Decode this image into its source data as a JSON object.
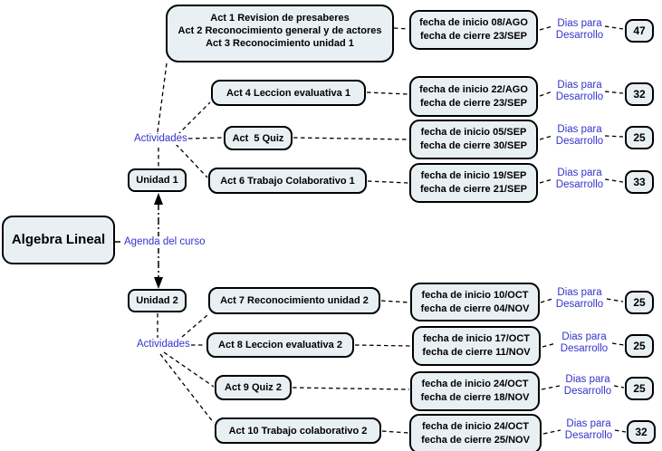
{
  "course": {
    "title": "Algebra Lineal",
    "agenda_label": "Agenda del curso"
  },
  "labels": {
    "actividades": "Actividades",
    "dias_line1": "Dias para",
    "dias_line2": "Desarrollo"
  },
  "units": [
    {
      "label": "Unidad 1"
    },
    {
      "label": "Unidad 2"
    }
  ],
  "colors": {
    "node_fill": "#e9f0f3",
    "accent_blue": "#3333cc",
    "line": "#000000"
  },
  "rows": [
    {
      "lines": [
        "Act 1 Revision de presaberes",
        "Act 2 Reconocimiento general y de actores",
        "Act 3 Reconocimiento unidad 1"
      ],
      "inicio": "fecha de inicio 08/AGO",
      "cierre": "fecha de cierre 23/SEP",
      "dias": "47"
    },
    {
      "activity": "Act 4 Leccion evaluativa 1",
      "inicio": "fecha de inicio 22/AGO",
      "cierre": "fecha de cierre 23/SEP",
      "dias": "32"
    },
    {
      "activity": "Act  5 Quiz",
      "inicio": "fecha de inicio 05/SEP",
      "cierre": "fecha de cierre 30/SEP",
      "dias": "25"
    },
    {
      "activity": "Act 6 Trabajo Colaborativo 1",
      "inicio": "fecha de inicio 19/SEP",
      "cierre": "fecha de cierre 21/SEP",
      "dias": "33"
    },
    {
      "activity": "Act 7 Reconocimiento unidad 2",
      "inicio": "fecha de inicio 10/OCT",
      "cierre": "fecha de cierre 04/NOV",
      "dias": "25"
    },
    {
      "activity": "Act 8 Leccion evaluativa 2",
      "inicio": "fecha de inicio 17/OCT",
      "cierre": "fecha de cierre 11/NOV",
      "dias": "25"
    },
    {
      "activity": "Act 9 Quiz 2",
      "inicio": "fecha de inicio 24/OCT",
      "cierre": "fecha de cierre 18/NOV",
      "dias": "25"
    },
    {
      "activity": "Act 10 Trabajo colaborativo 2",
      "inicio": "fecha de inicio 24/OCT",
      "cierre": "fecha de cierre 25/NOV",
      "dias": "32"
    }
  ]
}
